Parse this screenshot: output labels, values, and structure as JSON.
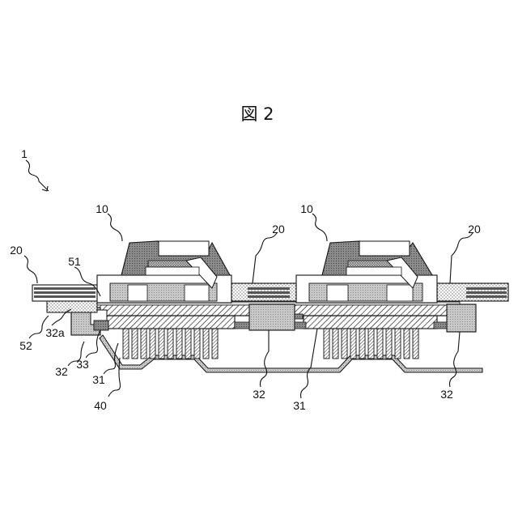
{
  "figure": {
    "title": "図 2",
    "labels": {
      "device": "1",
      "chip_left": "10",
      "chip_right": "10",
      "board_left": "20",
      "board_mid": "20",
      "board_right": "20",
      "part_51": "51",
      "part_52": "52",
      "part_32a": "32a",
      "part_32_left": "32",
      "part_33": "33",
      "part_31_left": "31",
      "part_40": "40",
      "part_32_mid": "32",
      "part_31_mid": "31",
      "part_32_right": "32"
    }
  }
}
